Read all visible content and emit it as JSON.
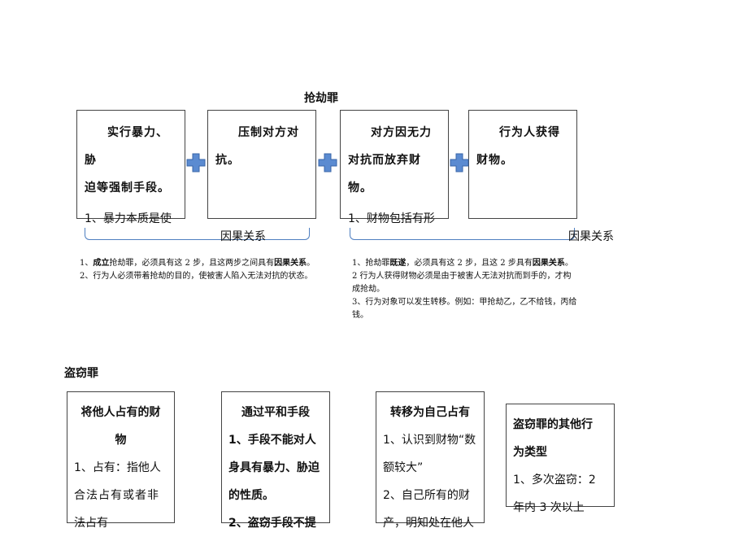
{
  "robbery": {
    "title": "抢劫罪",
    "boxes": [
      {
        "head1": "实行暴力、胁",
        "head2": "迫等强制手段。",
        "text": "1、暴力本质是使"
      },
      {
        "head1": "压制对方对",
        "head2": "抗。",
        "text": ""
      },
      {
        "head1": "对方因无力",
        "head2": "对抗而放弃财物。",
        "text": "1、财物包括有形"
      },
      {
        "head1": "行为人获得",
        "head2": "财物。",
        "text": ""
      }
    ],
    "relation_left": "因果关系",
    "relation_right": "因果关系",
    "notes_left": {
      "l1_a": "1、",
      "l1_b": "成立",
      "l1_c": "抢劫罪，必须具有这 2 步，且这两步之间具有",
      "l1_d": "因果关系",
      "l1_e": "。",
      "l2": "2、行为人必须带着抢劫的目的，使被害人陷入无法对抗的状态。"
    },
    "notes_right": {
      "l1_a": "1、抢劫罪",
      "l1_b": "既遂",
      "l1_c": "，必须具有这 2 步，且这 2 步具有",
      "l1_d": "因果关系",
      "l1_e": "。",
      "l2": "2 行为人获得财物必须是由于被害人无法对抗而到手的，才构成抢劫。",
      "l3": "3、行为对象可以发生转移。例如：甲抢劫乙，乙不给钱，丙给钱。"
    },
    "colors": {
      "plus": "#5b8bd1",
      "bracket": "#4f7fc0"
    }
  },
  "theft": {
    "title": "盗窃罪",
    "boxes": [
      {
        "lines": [
          "将他人占有的财",
          "物",
          "1、占有：指他人",
          "合法占有或者非",
          "法占有"
        ]
      },
      {
        "lines": [
          "通过平和手段",
          "1、手段不能对人",
          "身具有暴力、胁迫",
          "的性质。",
          "2、盗窃手段不提"
        ]
      },
      {
        "lines": [
          "转移为自己占有",
          "1、认识到财物“数",
          "额较大”",
          "2、自己所有的财",
          "产，明知处在他人"
        ]
      },
      {
        "lines": [
          "盗窃罪的其他行",
          "为类型",
          "1、多次盗窃：2",
          "年内 3 次以上"
        ]
      }
    ]
  }
}
